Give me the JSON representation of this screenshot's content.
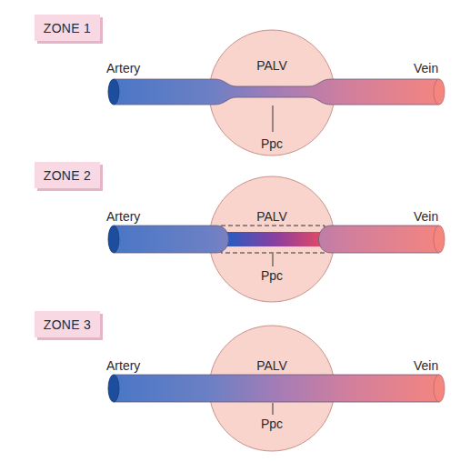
{
  "diagram": {
    "nodes": [
      {
        "text": [
          "ZONE 1"
        ]
      },
      {
        "text": [
          "PALV",
          "Ppc"
        ]
      },
      {
        "text": [
          "ZONE 2"
        ]
      },
      {
        "text": [
          "PALV",
          "Ppc"
        ]
      },
      {
        "text": [
          "ZONE 3"
        ]
      },
      {
        "text": [
          "PALV",
          "Ppc"
        ]
      }
    ],
    "labels": [
      "Artery",
      "Vein",
      "Artery",
      "Vein",
      "Artery",
      "Vein"
    ]
  }
}
